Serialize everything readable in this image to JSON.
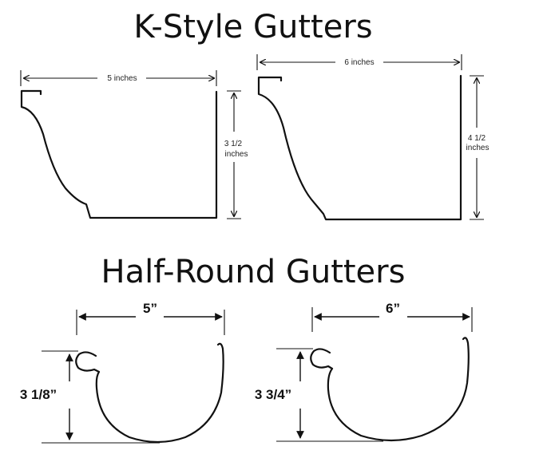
{
  "sections": {
    "k_style": {
      "title": "K-Style Gutters",
      "gutters": [
        {
          "width_label": "5 inches",
          "height_label_line1": "3 1/2",
          "height_label_line2": "inches"
        },
        {
          "width_label": "6 inches",
          "height_label_line1": "4 1/2",
          "height_label_line2": "inches"
        }
      ]
    },
    "half_round": {
      "title": "Half-Round Gutters",
      "gutters": [
        {
          "width_label": "5”",
          "height_label": "3 1/8”"
        },
        {
          "width_label": "6”",
          "height_label": "3 3/4”"
        }
      ]
    }
  },
  "colors": {
    "line": "#111111",
    "background": "#ffffff"
  }
}
